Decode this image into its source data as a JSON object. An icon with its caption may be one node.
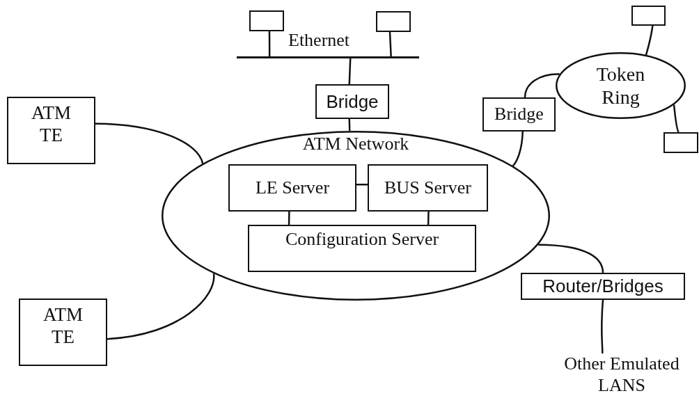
{
  "diagram": {
    "nodes": [
      {
        "text": [],
        "shape": "box"
      },
      {
        "text": [],
        "shape": "box"
      },
      {
        "text": [],
        "shape": "box"
      },
      {
        "text": [],
        "shape": "bar"
      },
      {
        "text": [
          "Token Ring"
        ]
      },
      {
        "text": [
          "Bridge"
        ]
      },
      {
        "text": [
          "Bridge"
        ]
      },
      {
        "text": [
          "ATM TE"
        ]
      },
      {
        "text": [],
        "shape": "box"
      },
      {
        "text": [
          "ATM Network"
        ]
      },
      {
        "text": [
          "LE Server"
        ],
        "in": 9
      },
      {
        "text": [
          "BUS Server"
        ],
        "in": 9
      },
      {
        "text": [
          "Configuration Server"
        ],
        "in": 9
      },
      {
        "text": [
          "Router/Bridges"
        ]
      },
      {
        "text": [
          "ATM TE"
        ]
      },
      {
        "text": [
          "Other Emulated LANS"
        ]
      }
    ],
    "edges": [
      {
        "from": 0,
        "to": 3,
        "arrow": "none"
      },
      {
        "from": 1,
        "to": 3,
        "arrow": "none"
      },
      {
        "from": 3,
        "to": 5,
        "arrow": "none"
      },
      {
        "from": 5,
        "to": 9,
        "arrow": "none"
      },
      {
        "from": 2,
        "to": 4,
        "arrow": "none"
      },
      {
        "from": 4,
        "to": 6,
        "arrow": "none"
      },
      {
        "from": 6,
        "to": 9,
        "arrow": "none"
      },
      {
        "from": 7,
        "to": 9,
        "arrow": "none"
      },
      {
        "from": 4,
        "to": 8,
        "arrow": "none"
      },
      {
        "from": 10,
        "to": 11,
        "arrow": "none"
      },
      {
        "from": 10,
        "to": 12,
        "arrow": "none"
      },
      {
        "from": 11,
        "to": 12,
        "arrow": "none"
      },
      {
        "from": 9,
        "to": 13,
        "arrow": "none"
      },
      {
        "from": 14,
        "to": 9,
        "arrow": "none"
      },
      {
        "from": 13,
        "to": 15,
        "arrow": "none"
      }
    ],
    "labels": [
      "Ethernet"
    ]
  }
}
